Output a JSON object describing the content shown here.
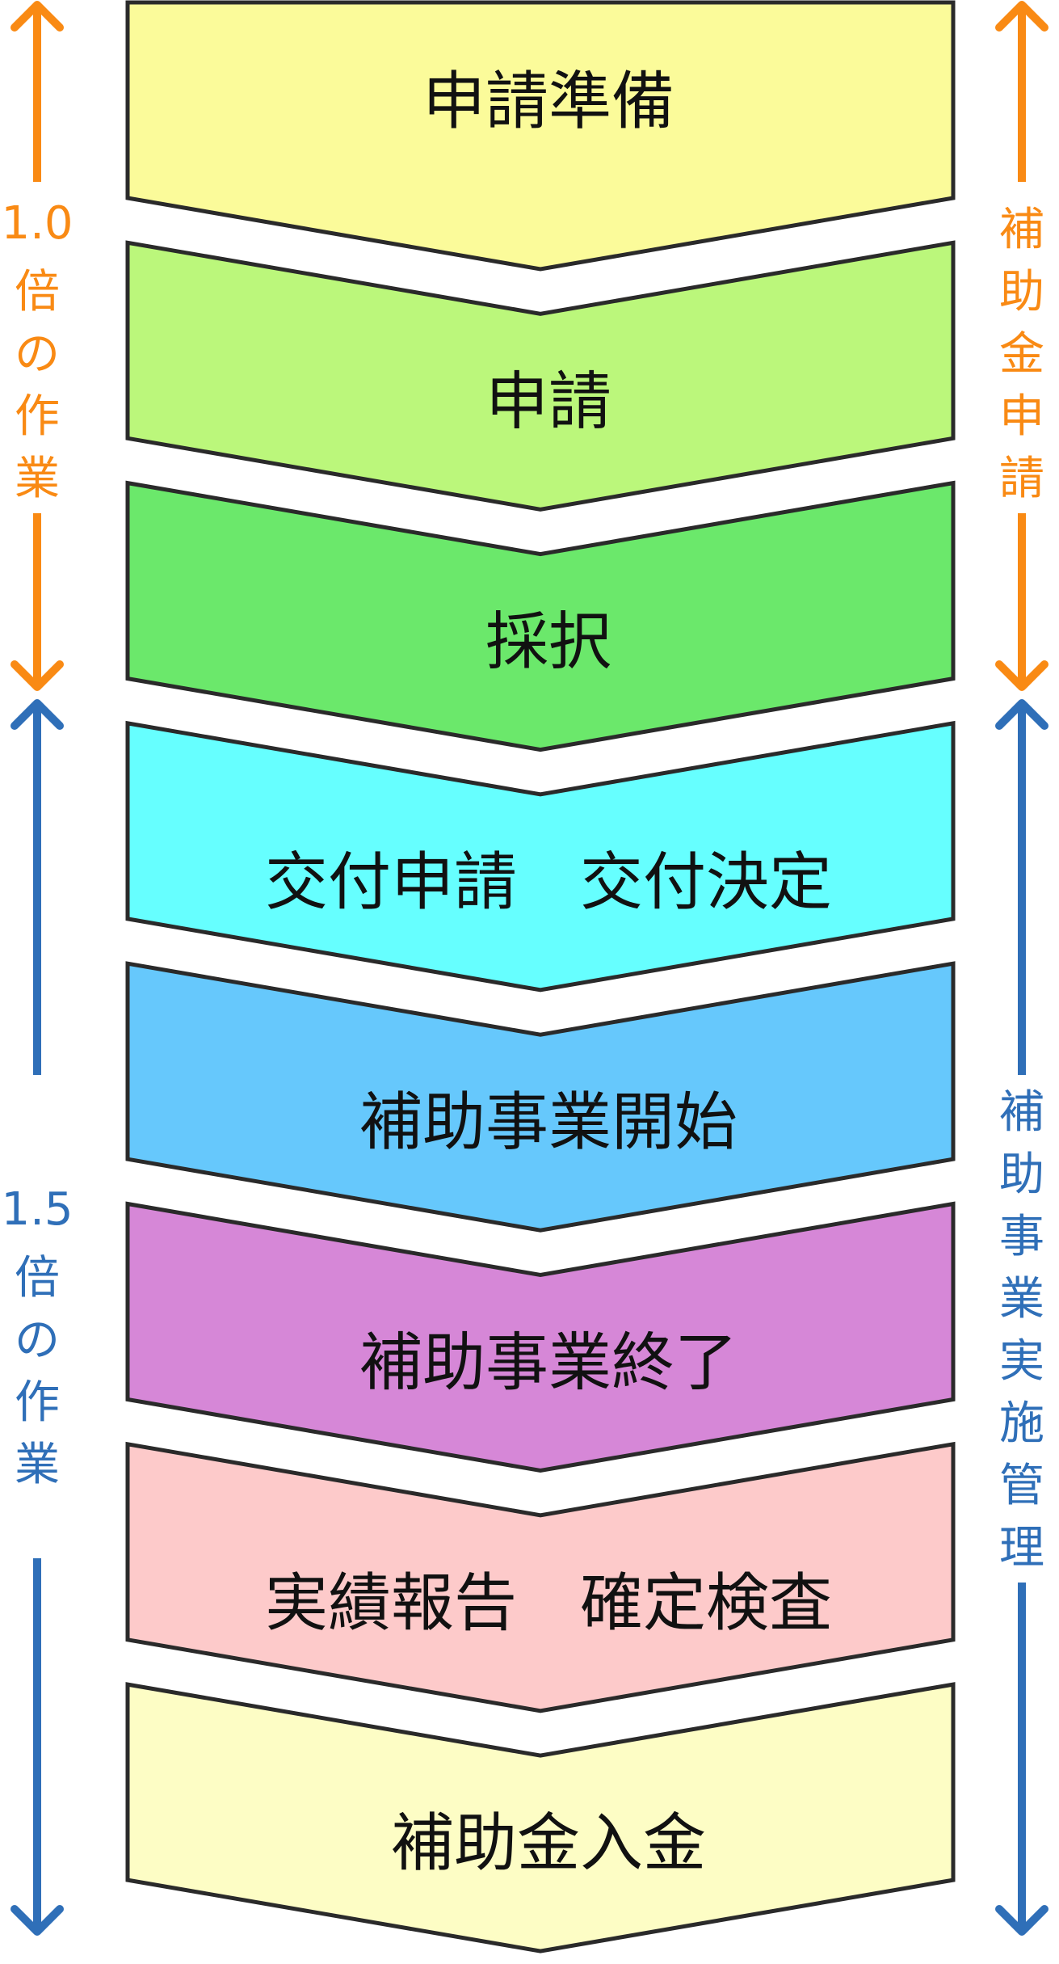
{
  "steps": [
    {
      "label": "申請準備",
      "color": "#fbfb9a"
    },
    {
      "label": "申請",
      "color": "#bbf77b"
    },
    {
      "label": "採択",
      "color": "#6be86b"
    },
    {
      "label": "交付申請　交付決定",
      "color": "#66ffff"
    },
    {
      "label": "補助事業開始",
      "color": "#66c8fc"
    },
    {
      "label": "補助事業終了",
      "color": "#d687d7"
    },
    {
      "label": "実績報告　確定検査",
      "color": "#fdcaca"
    },
    {
      "label": "補助金入金",
      "color": "#fdfdc5"
    }
  ],
  "left": {
    "top_brace": {
      "ratio": "1.0",
      "text": [
        "倍",
        "の",
        "作",
        "業"
      ],
      "color": "#f98a14"
    },
    "bottom_brace": {
      "ratio": "1.5",
      "text": [
        "倍",
        "の",
        "作",
        "業"
      ],
      "color": "#2f6fb8"
    }
  },
  "right": {
    "top_brace": {
      "text": [
        "補",
        "助",
        "金",
        "申",
        "請"
      ],
      "color": "#f98a14"
    },
    "bottom_brace": {
      "text": [
        "補",
        "助",
        "事",
        "業",
        "実",
        "施",
        "管",
        "理"
      ],
      "color": "#2f6fb8"
    }
  },
  "colors": {
    "stroke": "#2a2a2a",
    "text": "#111111"
  }
}
